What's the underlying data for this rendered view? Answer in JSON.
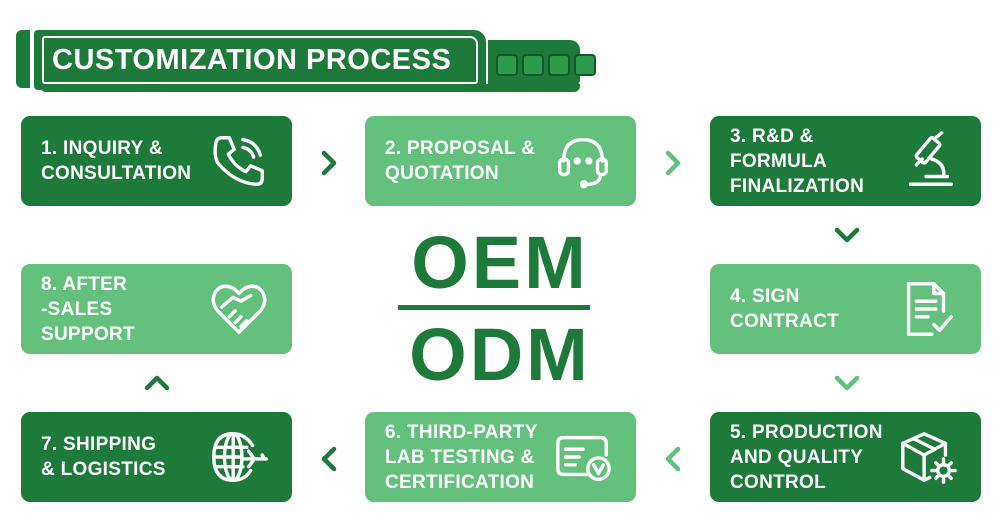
{
  "title": "CUSTOMIZATION PROCESS",
  "center": {
    "top": "OEM",
    "bottom": "ODM"
  },
  "steps": [
    {
      "label": "1. INQUIRY &\nCONSULTATION",
      "icon": "phone-icon"
    },
    {
      "label": "2. PROPOSAL &\nQUOTATION",
      "icon": "headset-icon"
    },
    {
      "label": "3. R&D &\nFORMULA\nFINALIZATION",
      "icon": "microscope-icon"
    },
    {
      "label": "4. SIGN\nCONTRACT",
      "icon": "contract-icon"
    },
    {
      "label": "5. PRODUCTION\nAND QUALITY\nCONTROL",
      "icon": "box-gear-icon"
    },
    {
      "label": "6. THIRD-PARTY\nLAB TESTING &\nCERTIFICATION",
      "icon": "certificate-icon"
    },
    {
      "label": "7. SHIPPING\n& LOGISTICS",
      "icon": "globe-plane-icon"
    },
    {
      "label": "8. AFTER\n-SALES\nSUPPORT",
      "icon": "heart-handshake-icon"
    }
  ],
  "colors": {
    "dark": "#1e7a3a",
    "light": "#63c07d"
  }
}
